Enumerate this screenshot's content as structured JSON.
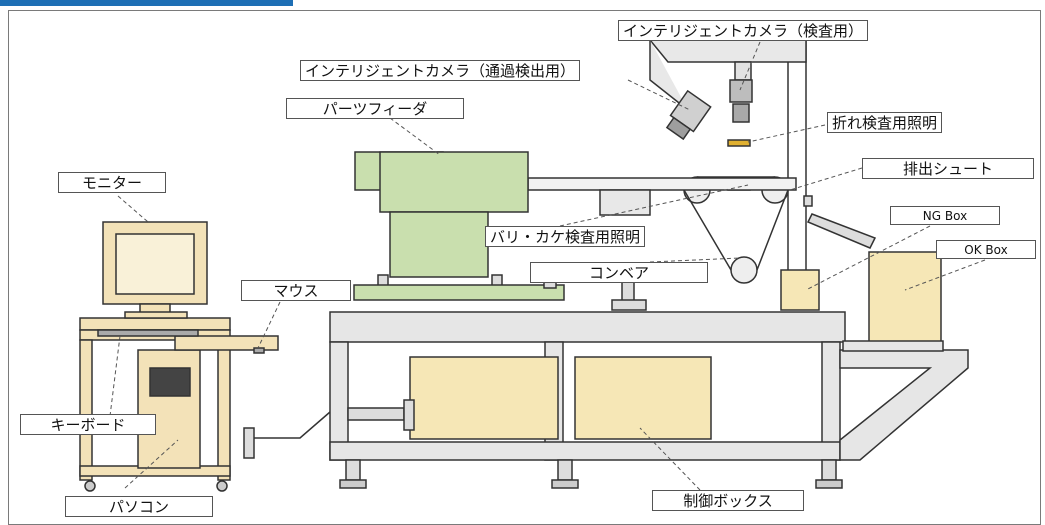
{
  "labels": {
    "intelligent_camera_inspection": "インテリジェントカメラ（検査用）",
    "intelligent_camera_passage": "インテリジェントカメラ（通過検出用）",
    "parts_feeder": "パーツフィーダ",
    "fold_inspection_light": "折れ検査用照明",
    "discharge_chute": "排出シュート",
    "ng_box": "NG Box",
    "ok_box": "OK Box",
    "monitor": "モニター",
    "burr_chip_inspection_light": "バリ・カケ検査用照明",
    "conveyor": "コンベア",
    "mouse": "マウス",
    "keyboard": "キーボード",
    "pc": "パソコン",
    "control_box": "制御ボックス"
  },
  "colors": {
    "feeder_green": "#c9dfae",
    "box_cream": "#f6e7b6",
    "frame_gray": "#e6e6e6",
    "cabinet_cream": "#f3e2b8",
    "accent_blue": "#1e6fb5"
  }
}
